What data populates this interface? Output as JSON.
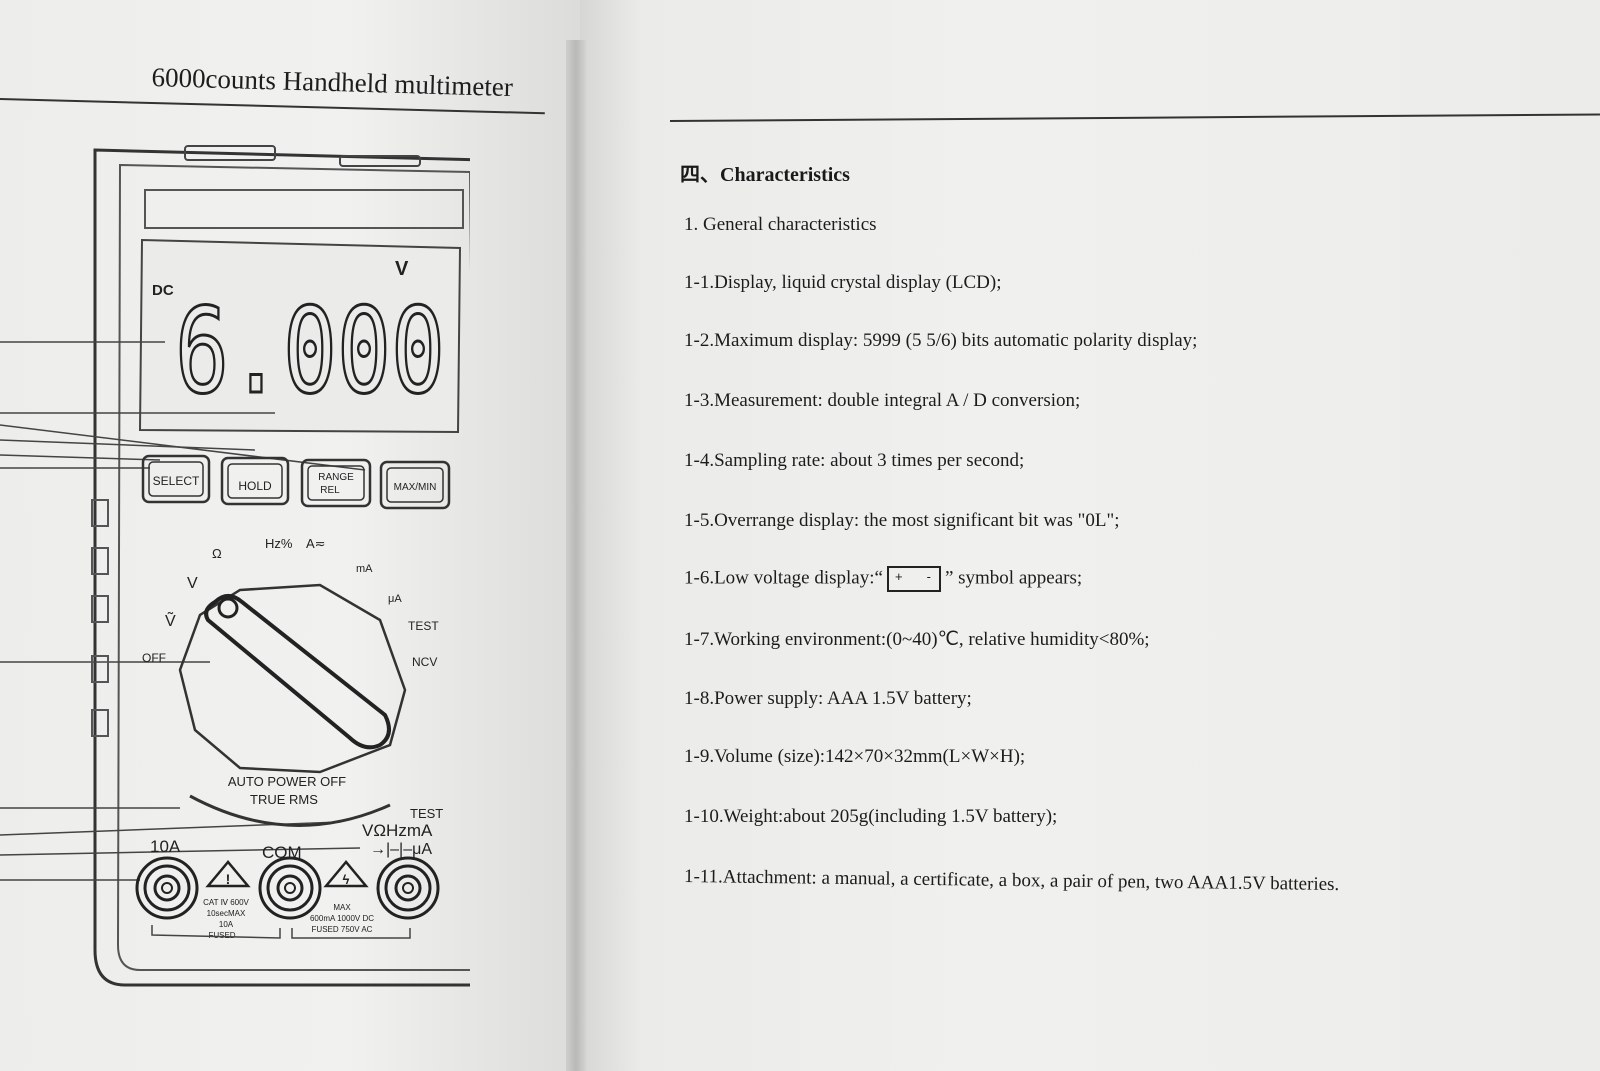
{
  "left_page": {
    "title": "6000counts Handheld multimeter",
    "lcd": {
      "mode": "DC",
      "reading": "6.000",
      "unit": "V"
    },
    "buttons": {
      "select": "SELECT",
      "hold": "HOLD",
      "range_rel": [
        "RANGE",
        "REL"
      ],
      "maxmin": "MAX/MIN"
    },
    "dial_labels": {
      "resistance": "Ω",
      "hz": "Hz%",
      "amps": "A≂",
      "ma": "mA",
      "ua": "μA",
      "test": "TEST",
      "ncv": "NCV",
      "off": "OFF",
      "dc_volts": "V",
      "ac_volts": "Ṽ"
    },
    "panel_text": {
      "auto_power_off": "AUTO POWER OFF",
      "true_rms": "TRUE RMS"
    },
    "jacks": {
      "ten_a": "10A",
      "com": "COM",
      "test": "TEST",
      "v_label": "VΩHzmA",
      "v_label2": "→|–|–μA",
      "rating_10a": [
        "CAT Ⅳ 600V",
        "10secMAX",
        "10A",
        "FUSED"
      ],
      "rating_v": [
        "MAX",
        "600mA  1000V DC",
        "FUSED  750V AC"
      ]
    }
  },
  "right_page": {
    "heading": "四、Characteristics",
    "lines": [
      "1. General characteristics",
      "1-1.Display, liquid crystal display (LCD);",
      "1-2.Maximum display: 5999 (5 5/6) bits automatic polarity display;",
      "1-3.Measurement: double integral A / D conversion;",
      "1-4.Sampling rate: about 3 times per second;",
      "1-5.Overrange display: the most significant bit was \"0L\";",
      "1-7.Working environment:(0~40)℃, relative humidity<80%;",
      "1-8.Power supply: AAA 1.5V battery;",
      "1-9.Volume (size):142×70×32mm(L×W×H);",
      "1-10.Weight:about 205g(including 1.5V battery);",
      "1-11.Attachment: a manual, a certificate, a box, a pair of pen, two AAA1.5V batteries."
    ],
    "low_voltage": {
      "before": "1-6.Low voltage display:“",
      "after": "” symbol appears;",
      "plus": "+",
      "minus": "-"
    }
  }
}
